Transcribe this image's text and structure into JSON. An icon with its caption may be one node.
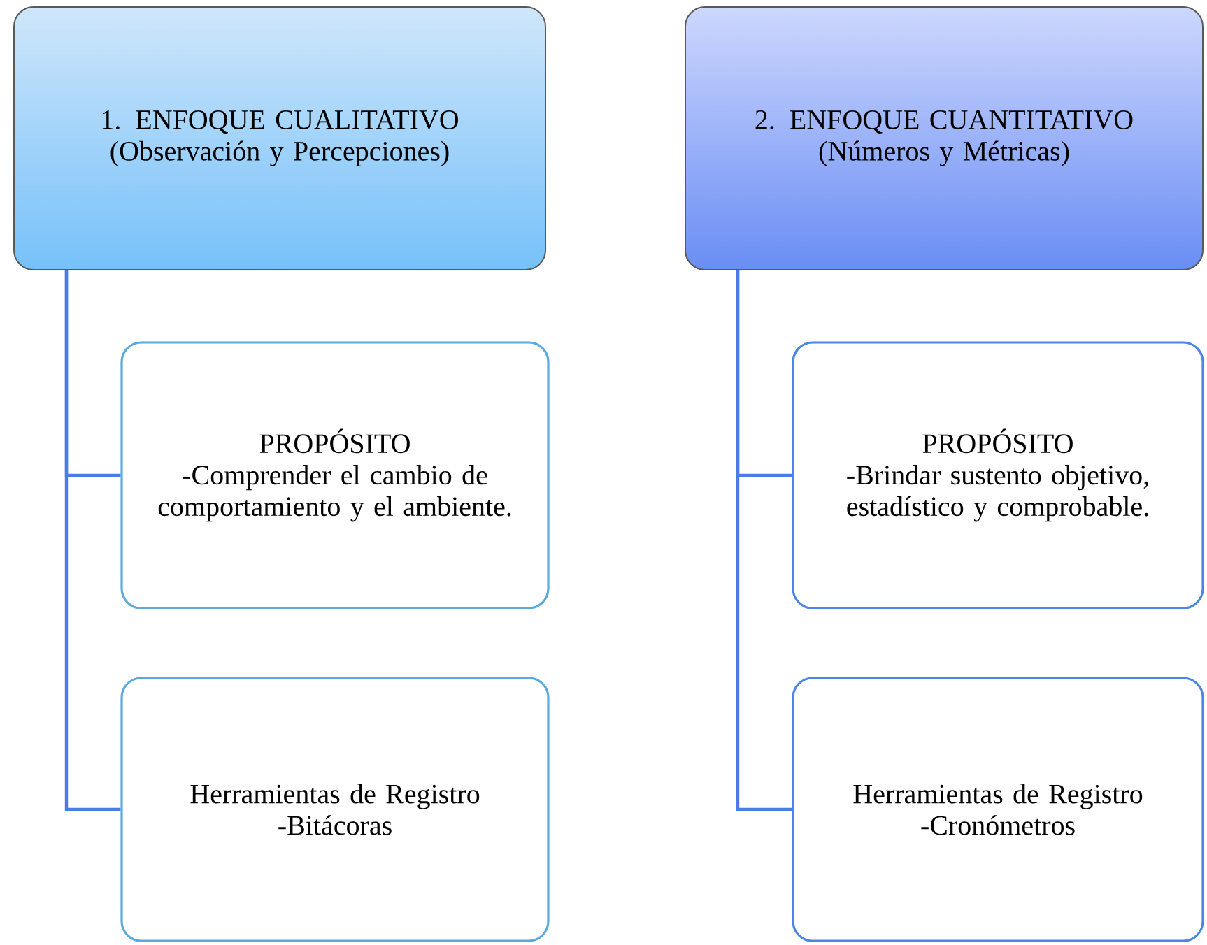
{
  "diagram": {
    "nodes": [
      {
        "text": [
          "1. ENFOQUE CUALITATIVO",
          "(Observación y Percepciones)"
        ]
      },
      {
        "text": [
          "PROPÓSITO",
          "-Comprender el cambio de comportamiento y el ambiente."
        ]
      },
      {
        "text": [
          "Herramientas de Registro",
          "-Bitácoras"
        ]
      },
      {
        "text": [
          "2. ENFOQUE CUANTITATIVO",
          "(Números y Métricas)"
        ]
      },
      {
        "text": [
          "PROPÓSITO",
          "-Brindar sustento objetivo, estadístico y comprobable."
        ]
      },
      {
        "text": [
          "Herramientas de Registro",
          "-Cronómetros"
        ]
      }
    ],
    "edges": [
      {
        "from": 0,
        "to": 1,
        "arrow": "none"
      },
      {
        "from": 0,
        "to": 2,
        "arrow": "none"
      },
      {
        "from": 3,
        "to": 4,
        "arrow": "none"
      },
      {
        "from": 3,
        "to": 5,
        "arrow": "none"
      }
    ]
  }
}
